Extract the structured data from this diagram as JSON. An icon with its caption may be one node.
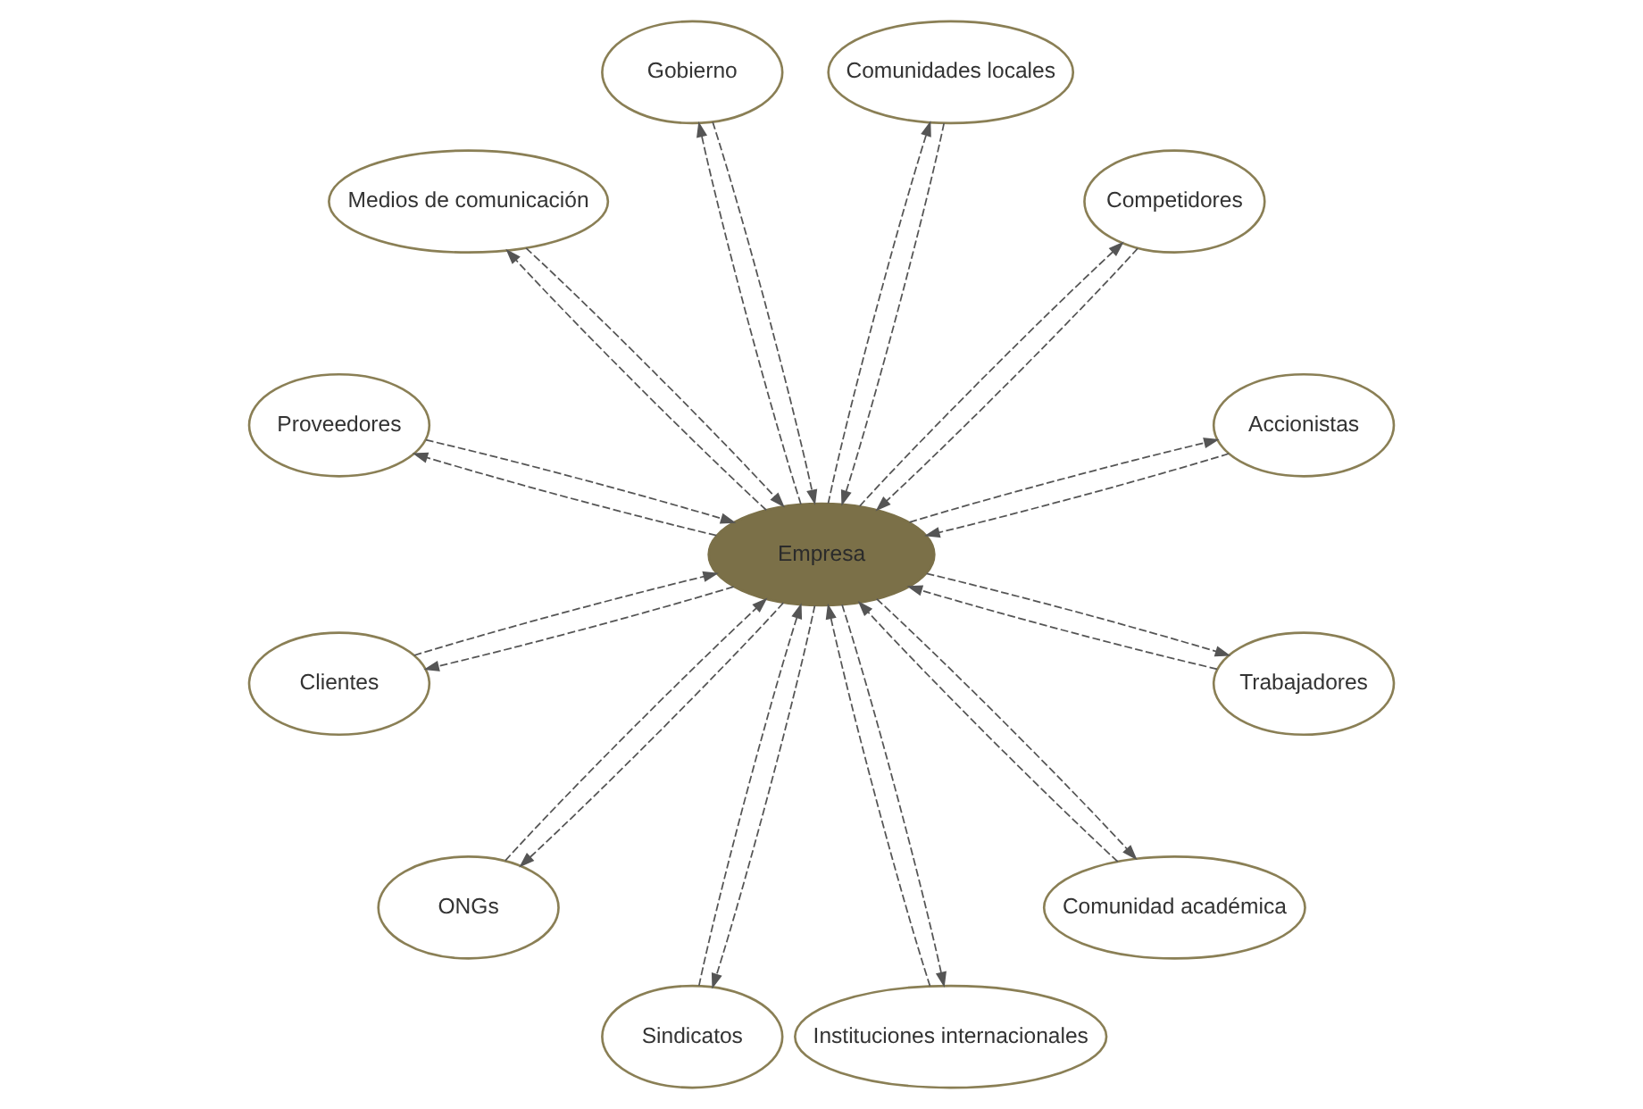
{
  "diagram": {
    "nodes": [
      {
        "text": [
          "Empresa"
        ]
      },
      {
        "text": [
          "Accionistas"
        ]
      },
      {
        "text": [
          "Competidores"
        ]
      },
      {
        "text": [
          "Comunidades locales"
        ]
      },
      {
        "text": [
          "Gobierno"
        ]
      },
      {
        "text": [
          "Medios de comunicación"
        ]
      },
      {
        "text": [
          "Proveedores"
        ]
      },
      {
        "text": [
          "Clientes"
        ]
      },
      {
        "text": [
          "ONGs"
        ]
      },
      {
        "text": [
          "Sindicatos"
        ]
      },
      {
        "text": [
          "Instituciones internacionales"
        ]
      },
      {
        "text": [
          "Comunidad académica"
        ]
      },
      {
        "text": [
          "Trabajadores"
        ]
      }
    ],
    "edges": [
      {
        "from": 1,
        "to": 0,
        "arrow": "to",
        "style": "dashed"
      },
      {
        "from": 0,
        "to": 1,
        "arrow": "to",
        "style": "dashed"
      },
      {
        "from": 2,
        "to": 0,
        "arrow": "to",
        "style": "dashed"
      },
      {
        "from": 0,
        "to": 2,
        "arrow": "to",
        "style": "dashed"
      },
      {
        "from": 3,
        "to": 0,
        "arrow": "to",
        "style": "dashed"
      },
      {
        "from": 0,
        "to": 3,
        "arrow": "to",
        "style": "dashed"
      },
      {
        "from": 4,
        "to": 0,
        "arrow": "to",
        "style": "dashed"
      },
      {
        "from": 0,
        "to": 4,
        "arrow": "to",
        "style": "dashed"
      },
      {
        "from": 5,
        "to": 0,
        "arrow": "to",
        "style": "dashed"
      },
      {
        "from": 0,
        "to": 5,
        "arrow": "to",
        "style": "dashed"
      },
      {
        "from": 0,
        "to": 6,
        "arrow": "to",
        "style": "dashed"
      },
      {
        "from": 6,
        "to": 0,
        "arrow": "to",
        "style": "dashed"
      },
      {
        "from": 7,
        "to": 0,
        "arrow": "to",
        "style": "dashed"
      },
      {
        "from": 0,
        "to": 7,
        "arrow": "to",
        "style": "dashed"
      },
      {
        "from": 0,
        "to": 8,
        "arrow": "to",
        "style": "dashed"
      },
      {
        "from": 8,
        "to": 0,
        "arrow": "to",
        "style": "dashed"
      },
      {
        "from": 9,
        "to": 0,
        "arrow": "to",
        "style": "dashed"
      },
      {
        "from": 0,
        "to": 9,
        "arrow": "to",
        "style": "dashed"
      },
      {
        "from": 0,
        "to": 10,
        "arrow": "to",
        "style": "dashed"
      },
      {
        "from": 10,
        "to": 0,
        "arrow": "to",
        "style": "dashed"
      },
      {
        "from": 11,
        "to": 0,
        "arrow": "to",
        "style": "dashed"
      },
      {
        "from": 0,
        "to": 11,
        "arrow": "to",
        "style": "dashed"
      },
      {
        "from": 0,
        "to": 12,
        "arrow": "to",
        "style": "dashed"
      },
      {
        "from": 12,
        "to": 0,
        "arrow": "to",
        "style": "dashed"
      }
    ]
  }
}
